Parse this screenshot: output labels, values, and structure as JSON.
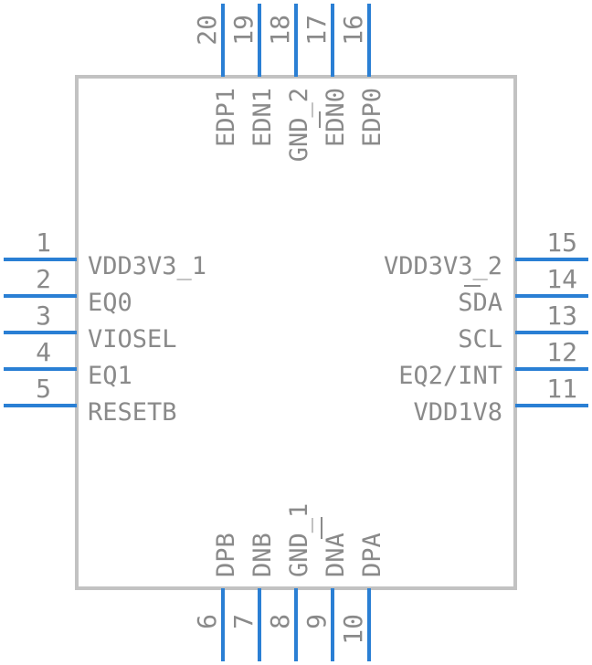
{
  "component": {
    "left_pins": [
      {
        "number": "1",
        "name": "VDD3V3_1"
      },
      {
        "number": "2",
        "name": "EQ0"
      },
      {
        "number": "3",
        "name": "VIOSEL"
      },
      {
        "number": "4",
        "name": "EQ1"
      },
      {
        "number": "5",
        "name": "RESETB"
      }
    ],
    "right_pins": [
      {
        "number": "15",
        "name": "VDD3V3_2"
      },
      {
        "number": "14",
        "name": "SDA"
      },
      {
        "number": "13",
        "name": "SCL"
      },
      {
        "number": "12",
        "name": "EQ2/INT"
      },
      {
        "number": "11",
        "name": "VDD1V8"
      }
    ],
    "top_pins": [
      {
        "number": "20",
        "name": "EDP1"
      },
      {
        "number": "19",
        "name": "EDN1"
      },
      {
        "number": "18",
        "name": "GND_2"
      },
      {
        "number": "17",
        "name": "EDN0"
      },
      {
        "number": "16",
        "name": "EDP0"
      }
    ],
    "bottom_pins": [
      {
        "number": "6",
        "name": "DPB"
      },
      {
        "number": "7",
        "name": "DNB"
      },
      {
        "number": "8",
        "name": "GND_1"
      },
      {
        "number": "9",
        "name": "DNA"
      },
      {
        "number": "10",
        "name": "DPA"
      }
    ]
  },
  "colors": {
    "pin": "#2a7fd4",
    "body_outline": "#c2c2c2",
    "text": "#8a8a8a"
  }
}
